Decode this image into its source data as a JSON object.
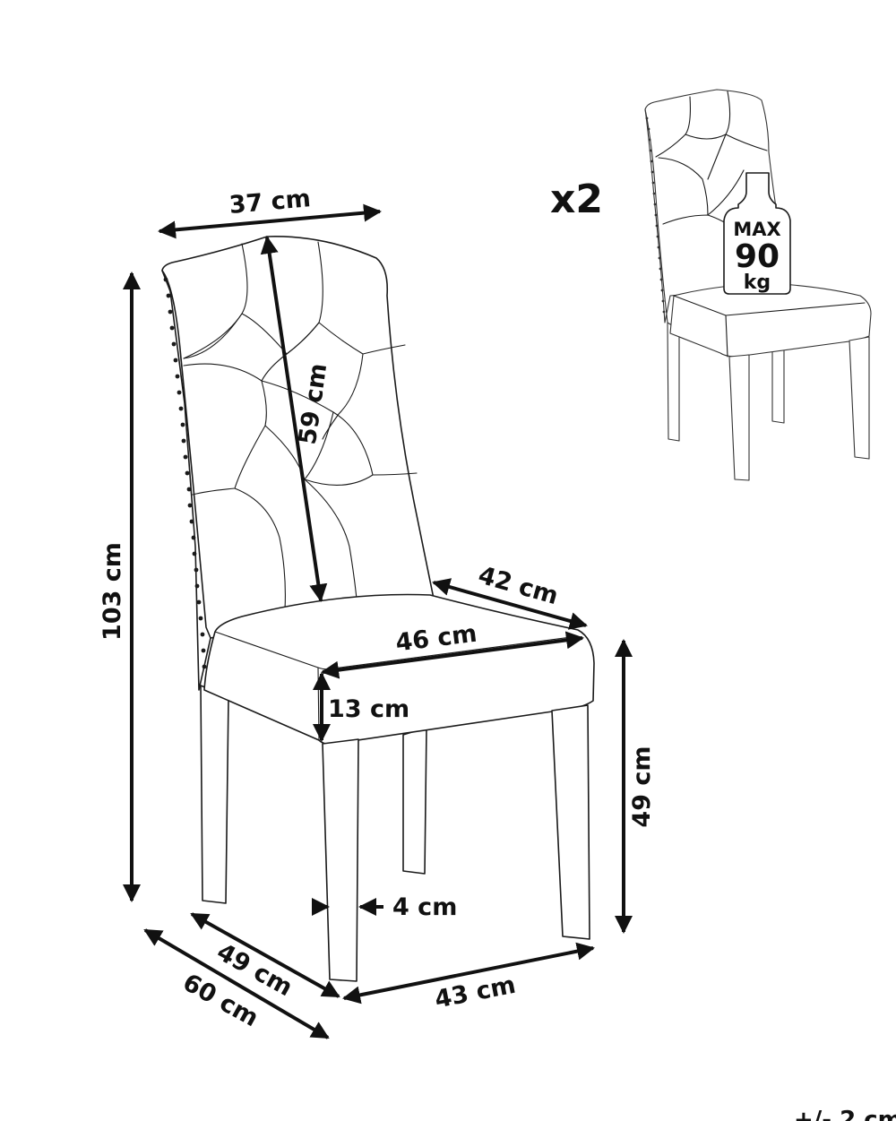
{
  "dimensions": {
    "backrest_width": "37 cm",
    "backrest_height": "59 cm",
    "total_height": "103 cm",
    "seat_depth": "42 cm",
    "seat_width": "46 cm",
    "seat_thickness": "13 cm",
    "seat_height": "49 cm",
    "leg_thickness": "4 cm",
    "leg_span_depth": "49 cm",
    "total_depth": "60 cm",
    "leg_span_width": "43 cm"
  },
  "set": {
    "quantity": "x2"
  },
  "weight_limit": {
    "prefix": "MAX",
    "value": "90",
    "unit": "kg"
  },
  "tolerance": "+/- 2 cm",
  "colors": {
    "ink": "#111111",
    "background": "#ffffff"
  }
}
